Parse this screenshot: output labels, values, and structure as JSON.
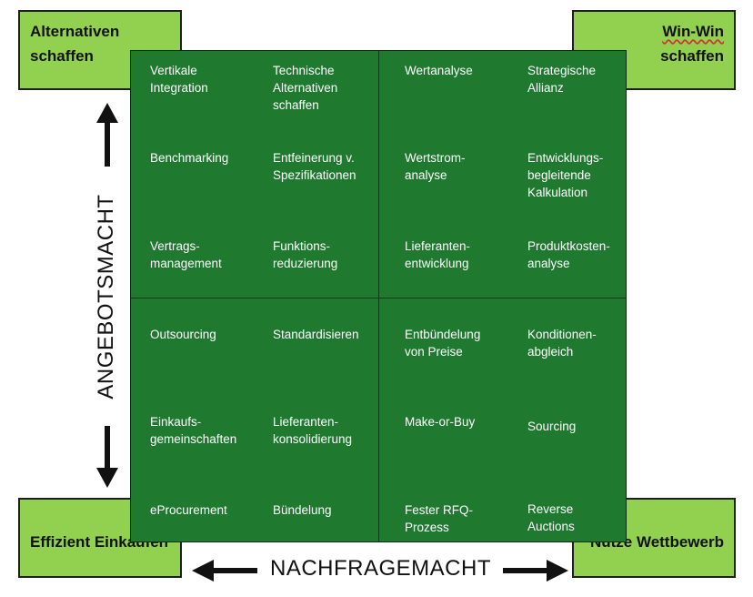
{
  "corners": {
    "top_left": "Alternativen schaffen",
    "top_right_line1": "Win-Win",
    "top_right_line2": "schaffen",
    "bottom_left": "Effizient Einkaufen",
    "bottom_right": "Nutze Wettbewerb"
  },
  "axes": {
    "vertical": "ANGEBOTSMACHT",
    "horizontal": "NACHFRAGEMACHT"
  },
  "cells": {
    "r0": [
      "Vertikale\nIntegration",
      "Technische\nAlternativen\nschaffen",
      "Wertanalyse",
      "Strategische\nAllianz"
    ],
    "r1": [
      "Benchmarking",
      "Entfeinerung v.\nSpezifikationen",
      "Wertstrom-\nanalyse",
      "Entwicklungs-\nbegleitende\nKalkulation"
    ],
    "r2": [
      "Vertrags-\nmanagement",
      "Funktions-\nreduzierung",
      "Lieferanten-\nentwicklung",
      "Produktkosten-\nanalyse"
    ],
    "r3": [
      "Outsourcing",
      "Standardisieren",
      "Entbündelung\nvon Preise",
      "Konditionen-\nabgleich"
    ],
    "r4": [
      "Einkaufs-\ngemeinschaften",
      "Lieferanten-\nkonsolidierung",
      "Make-or-Buy",
      "Sourcing"
    ],
    "r5": [
      "eProcurement",
      "Bündelung",
      "Fester RFQ-\nProzess",
      "Reverse\nAuctions"
    ]
  },
  "colors": {
    "corner_fill": "#92d050",
    "matrix_fill": "#1f7a30",
    "text_on_matrix": "#ffffff"
  },
  "icons": [
    "arrow-up-icon",
    "arrow-down-icon",
    "arrow-left-icon",
    "arrow-right-icon"
  ]
}
